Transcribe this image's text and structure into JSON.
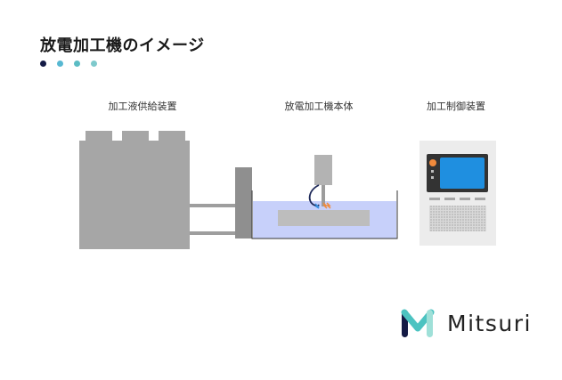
{
  "title": "放電加工機のイメージ",
  "dot_colors": [
    "#141a45",
    "#57b8d2",
    "#5bbcc4",
    "#7ec9cc"
  ],
  "labels": {
    "fluid_supply": "加工液供給装置",
    "machine_body": "放電加工機本体",
    "control_unit": "加工制御装置"
  },
  "logo": {
    "text": "Mitsuri",
    "colors": {
      "dark": "#141a45",
      "teal": "#4cc3c1",
      "light": "#9fe0d8"
    }
  },
  "colors": {
    "tank_gray": "#a6a6a6",
    "dark_gray": "#8f8f8f",
    "liquid": "#c7d0fa",
    "pipe": "#9a9a9a",
    "panel_bg": "#ececec",
    "screen": "#1f8fe0",
    "spark_orange": "#f08a3c",
    "spark_blue": "#3a8fe0",
    "indicator_orange": "#f08a3c"
  }
}
